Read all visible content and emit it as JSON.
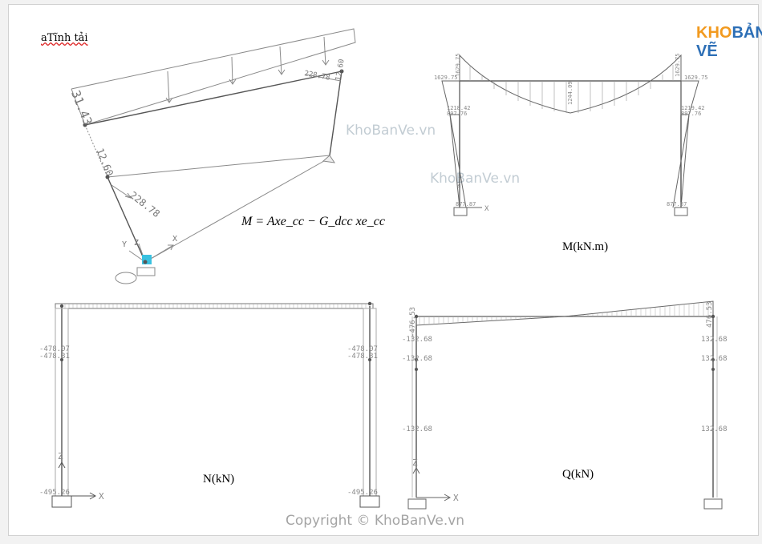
{
  "header": {
    "title": "aTĩnh tải",
    "logo_left": "KHO",
    "logo_right": "BẢN VẼ"
  },
  "diagram_3d": {
    "labels": [
      "31.43",
      "12.60",
      "228.78",
      "228.78",
      "12.60"
    ],
    "axes": [
      "Y",
      "Z",
      "X"
    ],
    "formula": "M = Axe_cc − G_dcc xe_cc"
  },
  "moment": {
    "caption": "M(kN.m)",
    "labels": [
      "1629.75",
      "1629.75",
      "1629.75",
      "1629.75",
      "1244.09",
      "1218.42",
      "897.76",
      "1219.42",
      "897.76",
      "877.87",
      "877.87"
    ],
    "axes": [
      "Z",
      "X"
    ]
  },
  "axial": {
    "caption": "N(kN)",
    "labels": [
      "-478.07",
      "-478.31",
      "-478.07",
      "-478.31",
      "-495.26",
      "-495.26"
    ],
    "axes": [
      "Z",
      "X"
    ]
  },
  "shear": {
    "caption": "Q(kN)",
    "labels": [
      "-476.53",
      "476.53",
      "-132.68",
      "-132.68",
      "-132.68",
      "132.68",
      "132.68",
      "132.68"
    ],
    "axes": [
      "Z",
      "X"
    ]
  },
  "watermark": "KhoBanVe.vn",
  "copyright": "Copyright © KhoBanVe.vn"
}
